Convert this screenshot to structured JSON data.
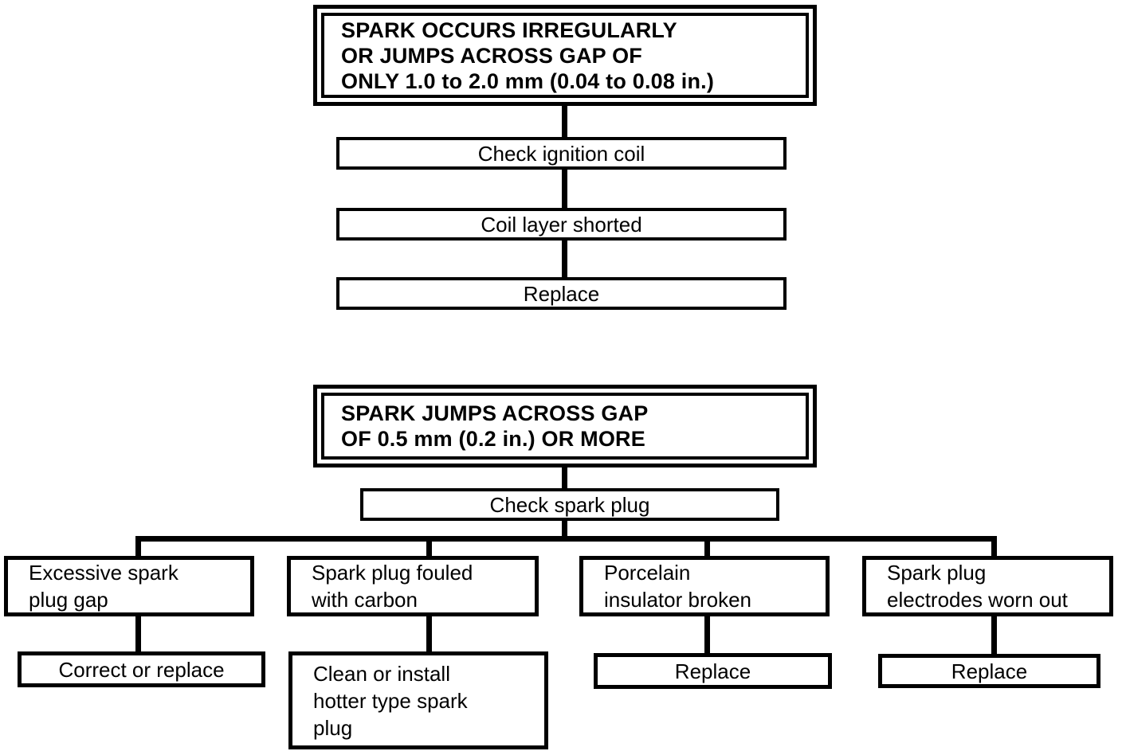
{
  "page": {
    "background_color": "#ffffff",
    "line_color": "#000000"
  },
  "flowchart_top": {
    "start_label": "SPARK OCCURS IRREGULARLY\nOR JUMPS ACROSS GAP OF\nONLY 1.0 to 2.0 mm (0.04 to 0.08 in.)",
    "steps": [
      {
        "label": "Check ignition coil"
      },
      {
        "label": "Coil layer shorted"
      },
      {
        "label": "Replace"
      }
    ]
  },
  "flowchart_bottom": {
    "start_label": "SPARK JUMPS ACROSS GAP\nOF 0.5 mm (0.2 in.) OR MORE",
    "check_label": "Check spark plug",
    "branches": [
      {
        "cause": "Excessive spark\nplug gap",
        "remedy": "Correct or replace"
      },
      {
        "cause": "Spark plug fouled\nwith carbon",
        "remedy": "Clean or install\nhotter type spark\nplug"
      },
      {
        "cause": "Porcelain\ninsulator broken",
        "remedy": "Replace"
      },
      {
        "cause": "Spark plug\nelectrodes worn out",
        "remedy": "Replace"
      }
    ]
  }
}
